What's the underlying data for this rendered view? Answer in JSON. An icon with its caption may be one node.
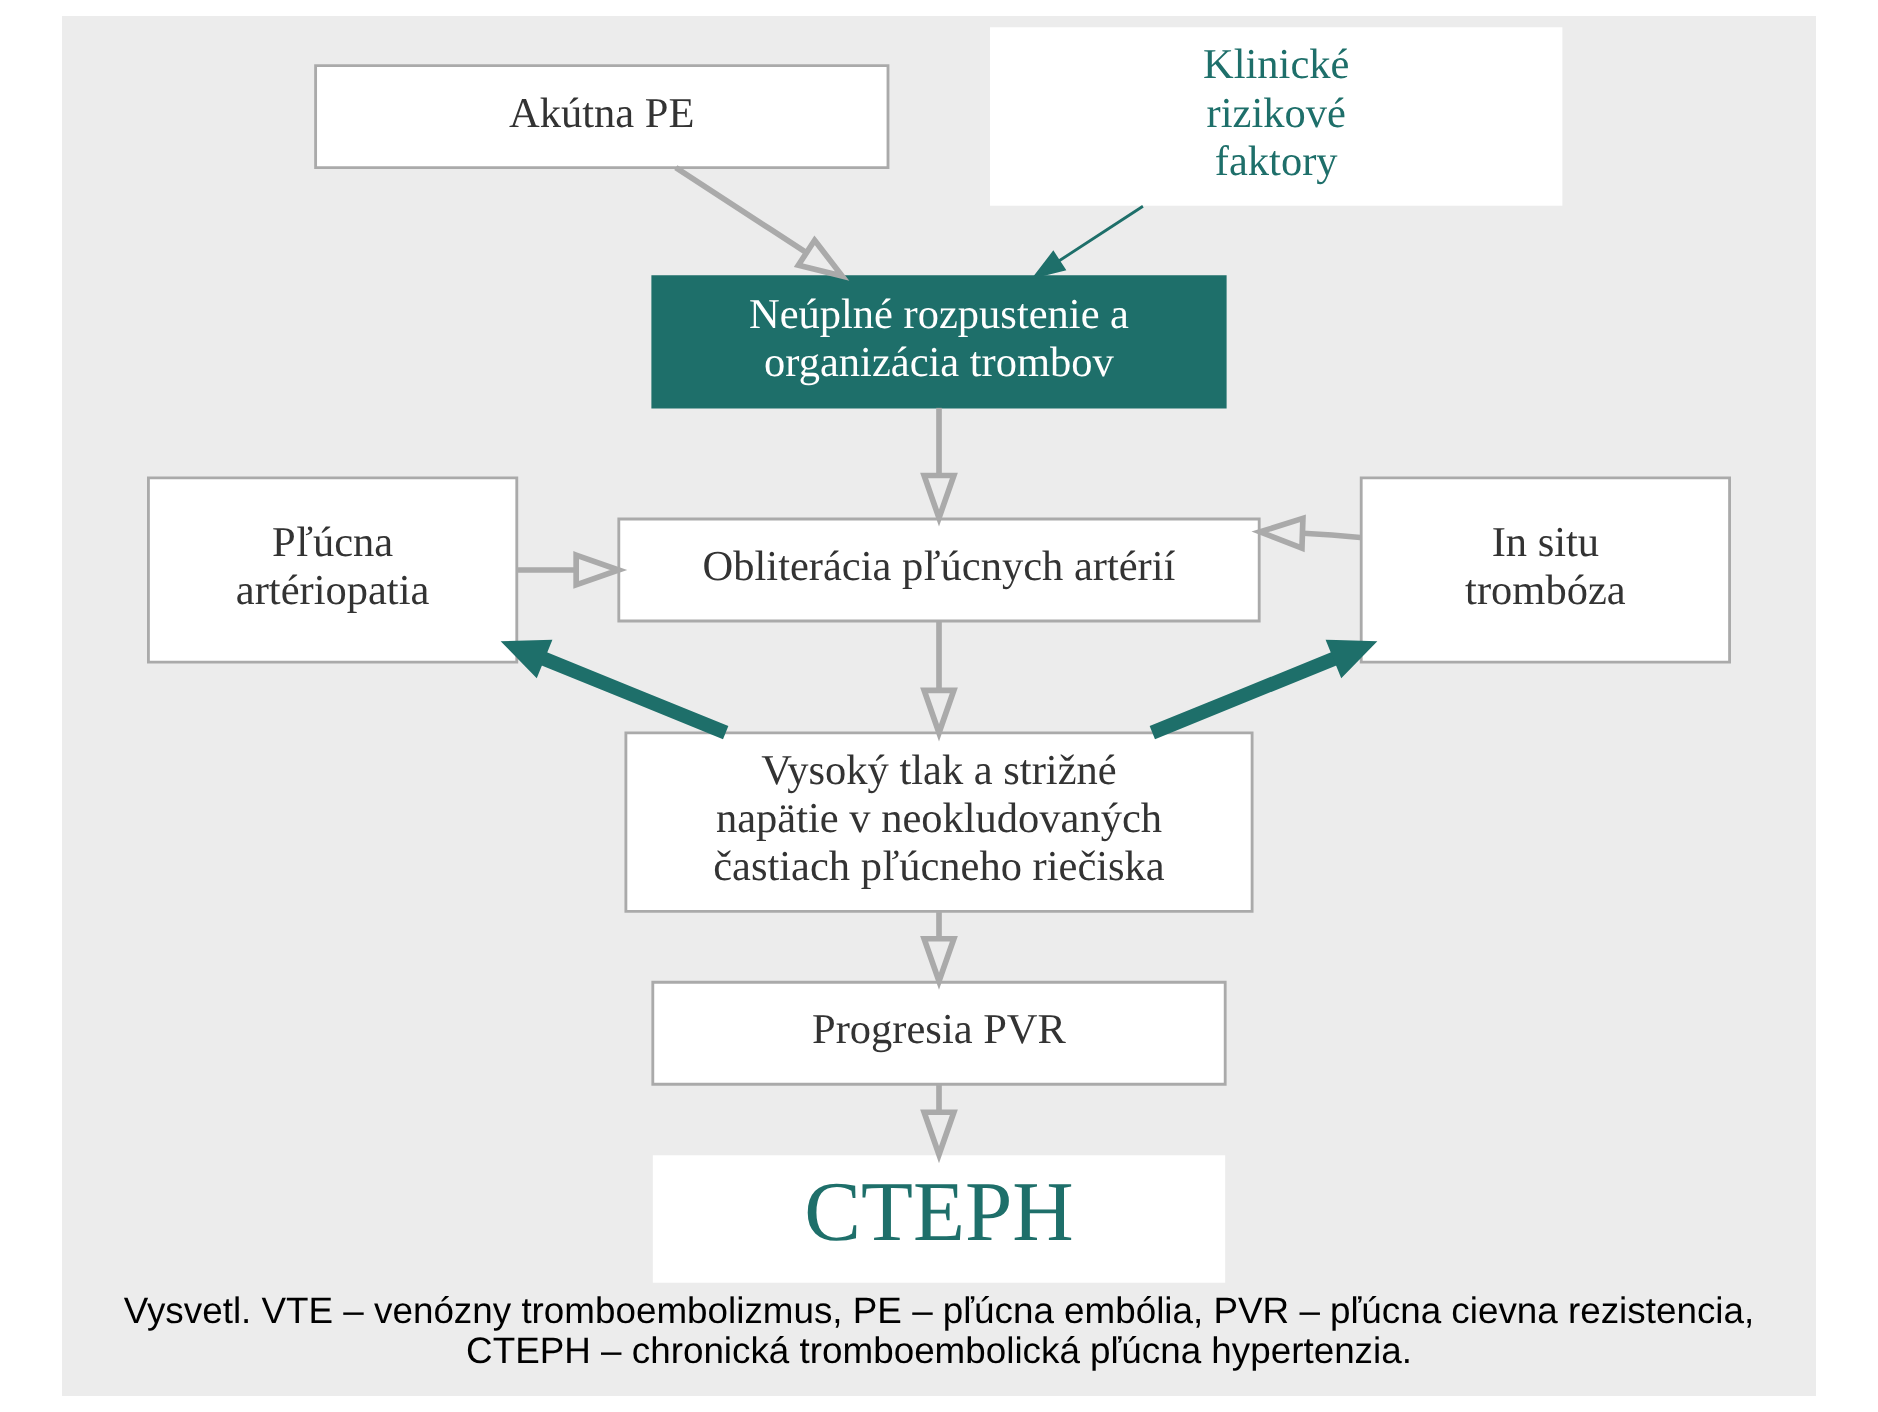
{
  "diagram": {
    "caption": "Vysvetl. VTE – venózny tromboembolizmus, PE – pľúcna embólia, PVR – pľúcna cievna rezistencia, CTEPH – chronická tromboembolická pľúcna hypertenzia.",
    "nodes": [
      {
        "text": [
          "Akútna PE"
        ]
      },
      {
        "text": [
          "Klinické rizikové faktory"
        ]
      },
      {
        "text": [
          "Neúplné rozpustenie a organizácia trombov"
        ]
      },
      {
        "text": [
          "Pľúcna artériopatia"
        ]
      },
      {
        "text": [
          "Obliterácia pľúcnych artérií"
        ]
      },
      {
        "text": [
          "In situ trombóza"
        ]
      },
      {
        "text": [
          "Vysoký tlak a strižné napätie v neokludovaných častiach pľúcneho riečiska"
        ]
      },
      {
        "text": [
          "Progresia PVR"
        ]
      },
      {
        "text": [
          "CTEPH"
        ]
      }
    ],
    "edges": [
      {
        "from": 0,
        "to": 2,
        "arrow": "to"
      },
      {
        "from": 1,
        "to": 2,
        "arrow": "to",
        "color": "#1e6f6a"
      },
      {
        "from": 2,
        "to": 4,
        "arrow": "to"
      },
      {
        "from": 3,
        "to": 4,
        "arrow": "to"
      },
      {
        "from": 5,
        "to": 4,
        "arrow": "to"
      },
      {
        "from": 4,
        "to": 6,
        "arrow": "to"
      },
      {
        "from": 6,
        "to": 3,
        "arrow": "to",
        "style": "thick",
        "color": "#1e6f6a"
      },
      {
        "from": 6,
        "to": 5,
        "arrow": "to",
        "style": "thick",
        "color": "#1e6f6a"
      },
      {
        "from": 6,
        "to": 7,
        "arrow": "to"
      },
      {
        "from": 7,
        "to": 8,
        "arrow": "to"
      }
    ]
  }
}
